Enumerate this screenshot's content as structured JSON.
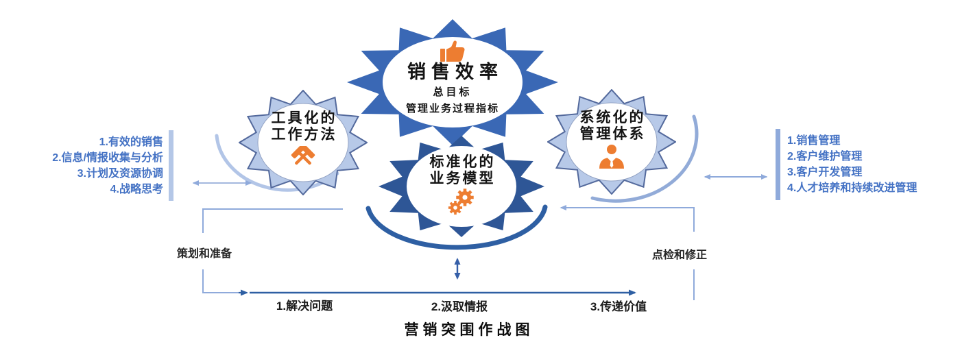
{
  "title": "营销突围作战图",
  "colors": {
    "accent_orange": "#ed7d31",
    "badge_blue": "#3a68b5",
    "badge_dark_blue": "#2e5696",
    "badge_light_blue": "#b7c9e8",
    "badge_light_stroke": "#53699c",
    "link_blue": "#4472c4",
    "line_light": "#8faadb",
    "line_dark": "#2e5fa3"
  },
  "badges": {
    "top": {
      "line1": "销售效率",
      "line2": "总目标",
      "line3": "管理业务过程指标",
      "icon": "thumbs-up-icon"
    },
    "left": {
      "line1": "工具化的",
      "line2": "工作方法",
      "icon": "crossed-hammers-icon"
    },
    "right": {
      "line1": "系统化的",
      "line2": "管理体系",
      "icon": "businessman-icon"
    },
    "center": {
      "line1": "标准化的",
      "line2": "业务模型",
      "icon": "gears-icon"
    }
  },
  "left_panel": {
    "items": [
      "1.有效的销售",
      "2.信息/情报收集与分析",
      "3.计划及资源协调",
      "4.战略思考"
    ]
  },
  "right_panel": {
    "items": [
      "1.销售管理",
      "2.客户维护管理",
      "3.客户开发管理",
      "4.人才培养和持续改进管理"
    ]
  },
  "stage_left": "策划和准备",
  "stage_right": "点检和修正",
  "bottom_steps": [
    "1.解决问题",
    "2.汲取情报",
    "3.传递价值"
  ]
}
